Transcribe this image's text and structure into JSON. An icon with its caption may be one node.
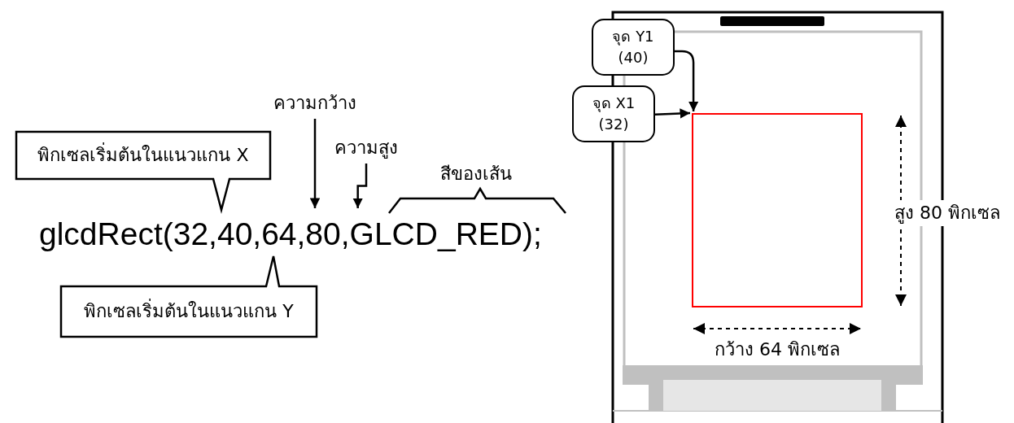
{
  "diagram": {
    "nodes": [
      {
        "text": [
          "พิกเซลเริ่มต้นในแนวแกน X"
        ]
      },
      {
        "text": [
          "พิกเซลเริ่มต้นในแนวแกน Y"
        ]
      },
      {
        "text": [
          "glcdRect(32,40,64,80,GLCD_RED);"
        ]
      },
      {
        "text": [
          "ความกว้าง"
        ]
      },
      {
        "text": [
          "ความสูง"
        ]
      },
      {
        "text": [
          "จุด Y1 (40)"
        ]
      },
      {
        "text": [
          "จุด X1 (32)"
        ]
      },
      {
        "text": [],
        "shape": "box"
      }
    ],
    "edges": [
      {
        "from": 3,
        "to": 2,
        "arrow": "to"
      },
      {
        "from": 4,
        "to": 2,
        "arrow": "to"
      },
      {
        "from": 5,
        "to": 7,
        "arrow": "to"
      },
      {
        "from": 6,
        "to": 7,
        "arrow": "to"
      }
    ],
    "labels": [
      "สีของเส้น",
      "สูง 80 พิกเซล",
      "กว้าง 64 พิกเซล"
    ]
  }
}
